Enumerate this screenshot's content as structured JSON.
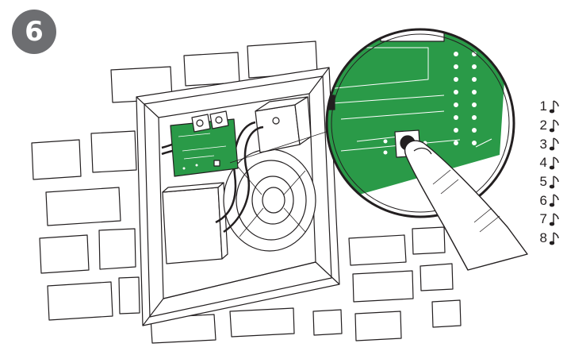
{
  "step": {
    "number": "6"
  },
  "tunes": [
    {
      "label": "1",
      "icon": "music-note-icon"
    },
    {
      "label": "2",
      "icon": "music-note-icon"
    },
    {
      "label": "3",
      "icon": "music-note-icon"
    },
    {
      "label": "4",
      "icon": "music-note-icon"
    },
    {
      "label": "5",
      "icon": "music-note-icon"
    },
    {
      "label": "6",
      "icon": "music-note-icon"
    },
    {
      "label": "7",
      "icon": "music-note-icon"
    },
    {
      "label": "8",
      "icon": "music-note-icon"
    }
  ],
  "colors": {
    "pcb_green": "#2a9a48",
    "pcb_dark": "#1d7a37",
    "line": "#231f20",
    "badge": "#6d6e71"
  }
}
